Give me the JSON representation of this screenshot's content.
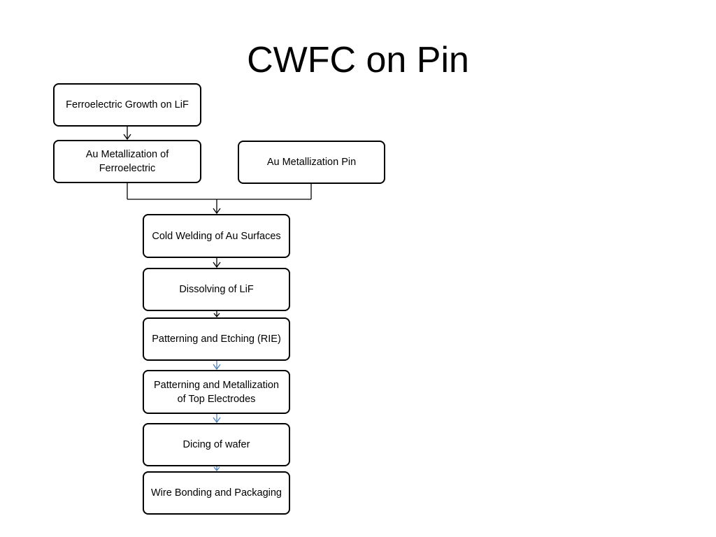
{
  "title": "CWFC on Pin",
  "steps": {
    "ferroelectric_growth": "Ferroelectric Growth on LiF",
    "au_metallization_ferroelectric": "Au Metallization of Ferroelectric",
    "au_metallization_pin": "Au Metallization Pin",
    "cold_welding": "Cold Welding of Au Surfaces",
    "dissolving_lif": "Dissolving of LiF",
    "patterning_etching": "Patterning and Etching (RIE)",
    "patterning_metallization": "Patterning and Metallization of Top Electrodes",
    "dicing": "Dicing of wafer",
    "wire_bonding": "Wire Bonding and Packaging"
  },
  "colors": {
    "box_border": "#000000",
    "arrow_black": "#000000",
    "arrow_blue": "#4f81bd"
  }
}
